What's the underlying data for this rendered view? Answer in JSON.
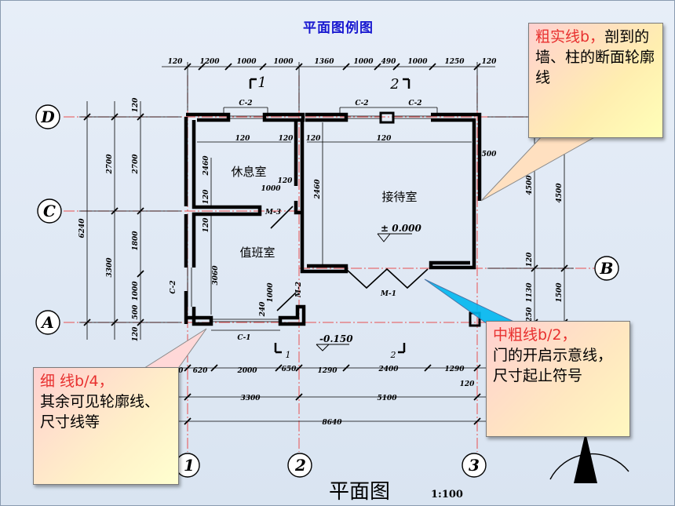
{
  "title": "平面图例图",
  "callouts": {
    "thick": {
      "label": "粗实线b，",
      "desc": "剖到的墙、柱的断面轮廓线"
    },
    "medium": {
      "label": "中粗线b/2，",
      "desc": "门的开启示意线，尺寸起止符号"
    },
    "thin": {
      "label": "细 线b/4，",
      "desc": "其余可见轮廓线、尺寸线等"
    }
  },
  "plan": {
    "title": "平面图",
    "scale": "1:100",
    "rooms": {
      "rest": "休息室",
      "duty": "值班室",
      "reception": "接待室"
    },
    "levels": {
      "floor": "± 0.000",
      "outside": "-0.150"
    },
    "axes": {
      "a": "A",
      "b": "B",
      "c": "C",
      "d": "D",
      "n1": "1",
      "n2": "2",
      "n3": "3"
    },
    "windows": {
      "c1": "C-1",
      "c2a": "C-2",
      "c2b": "C-2",
      "c2c": "C-2",
      "c2left": "C-2"
    },
    "doors": {
      "m1": "M-1",
      "m2": "M-2",
      "m3": "M-3"
    },
    "section_marks": {
      "s1": "1",
      "s2": "2",
      "s1b": "1",
      "s2b": "2"
    },
    "top_dims": [
      "120",
      "1200",
      "1000",
      "1000",
      "1360",
      "1000",
      "490",
      "1000",
      "1250",
      "120"
    ],
    "bottom_dims": {
      "row1": [
        "120",
        "620",
        "2000",
        "650",
        "1290",
        "2400",
        "1290",
        "120"
      ],
      "row2": [
        "3300",
        "5100"
      ],
      "total": "8640"
    },
    "left_dims": {
      "outer": "6240",
      "mid": [
        "2700",
        "3300"
      ],
      "inner": [
        "120",
        "2700",
        "1800",
        "1000",
        "500",
        "120"
      ]
    },
    "right_dims": {
      "a": [
        "500",
        "4500",
        "120",
        "1130",
        "250"
      ],
      "b": [
        "4500",
        "1500"
      ]
    },
    "interior_dims": {
      "rest_top": [
        "120",
        "120",
        "120",
        "120"
      ],
      "rest_side": [
        "2460",
        "120",
        "120"
      ],
      "door_m3": [
        "1000",
        "120"
      ],
      "duty": [
        "3060",
        "240",
        "1000"
      ],
      "reception": [
        "2460"
      ]
    }
  }
}
